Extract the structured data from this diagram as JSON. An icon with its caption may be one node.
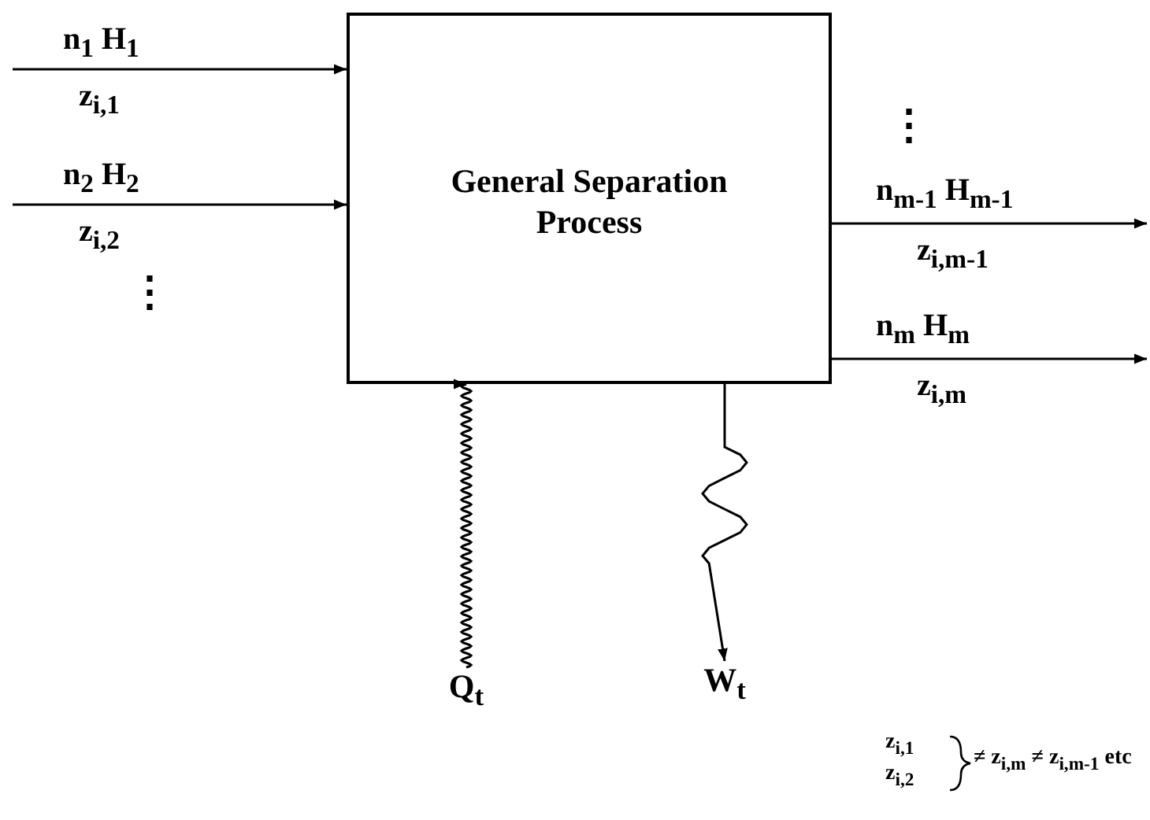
{
  "diagram": {
    "nodes": [
      {
        "text": [
          "General Separation Process"
        ]
      },
      {
        "text": [
          "Q$_{t}$"
        ]
      },
      {
        "text": [
          "W$_{t}$"
        ]
      }
    ],
    "edges": [
      {
        "from": null,
        "to": 0,
        "arrow": "to",
        "label": "n$_{1}$ H$_{1}$"
      },
      {
        "from": null,
        "to": 0,
        "arrow": "to",
        "label": "n$_{2}$ H$_{2}$"
      },
      {
        "from": 0,
        "to": null,
        "arrow": "to",
        "label": "n$_{m-1}$ H$_{m-1}$"
      },
      {
        "from": 0,
        "to": null,
        "arrow": "to",
        "label": "n$_{m}$ H$_{m}$"
      },
      {
        "from": 1,
        "to": 0,
        "arrow": "to"
      },
      {
        "from": 0,
        "to": 2,
        "arrow": "to"
      }
    ],
    "labels": [
      "z$_{i,1}$",
      "z$_{i,2}$",
      "⋮",
      "⋮",
      "z$_{i,m-1}$",
      "z$_{i,m}$",
      "z$_{i,1}$",
      "z$_{i,2}$",
      "≠ z$_{i,m}$ ≠ z$_{i,m-1}$ etc"
    ]
  }
}
